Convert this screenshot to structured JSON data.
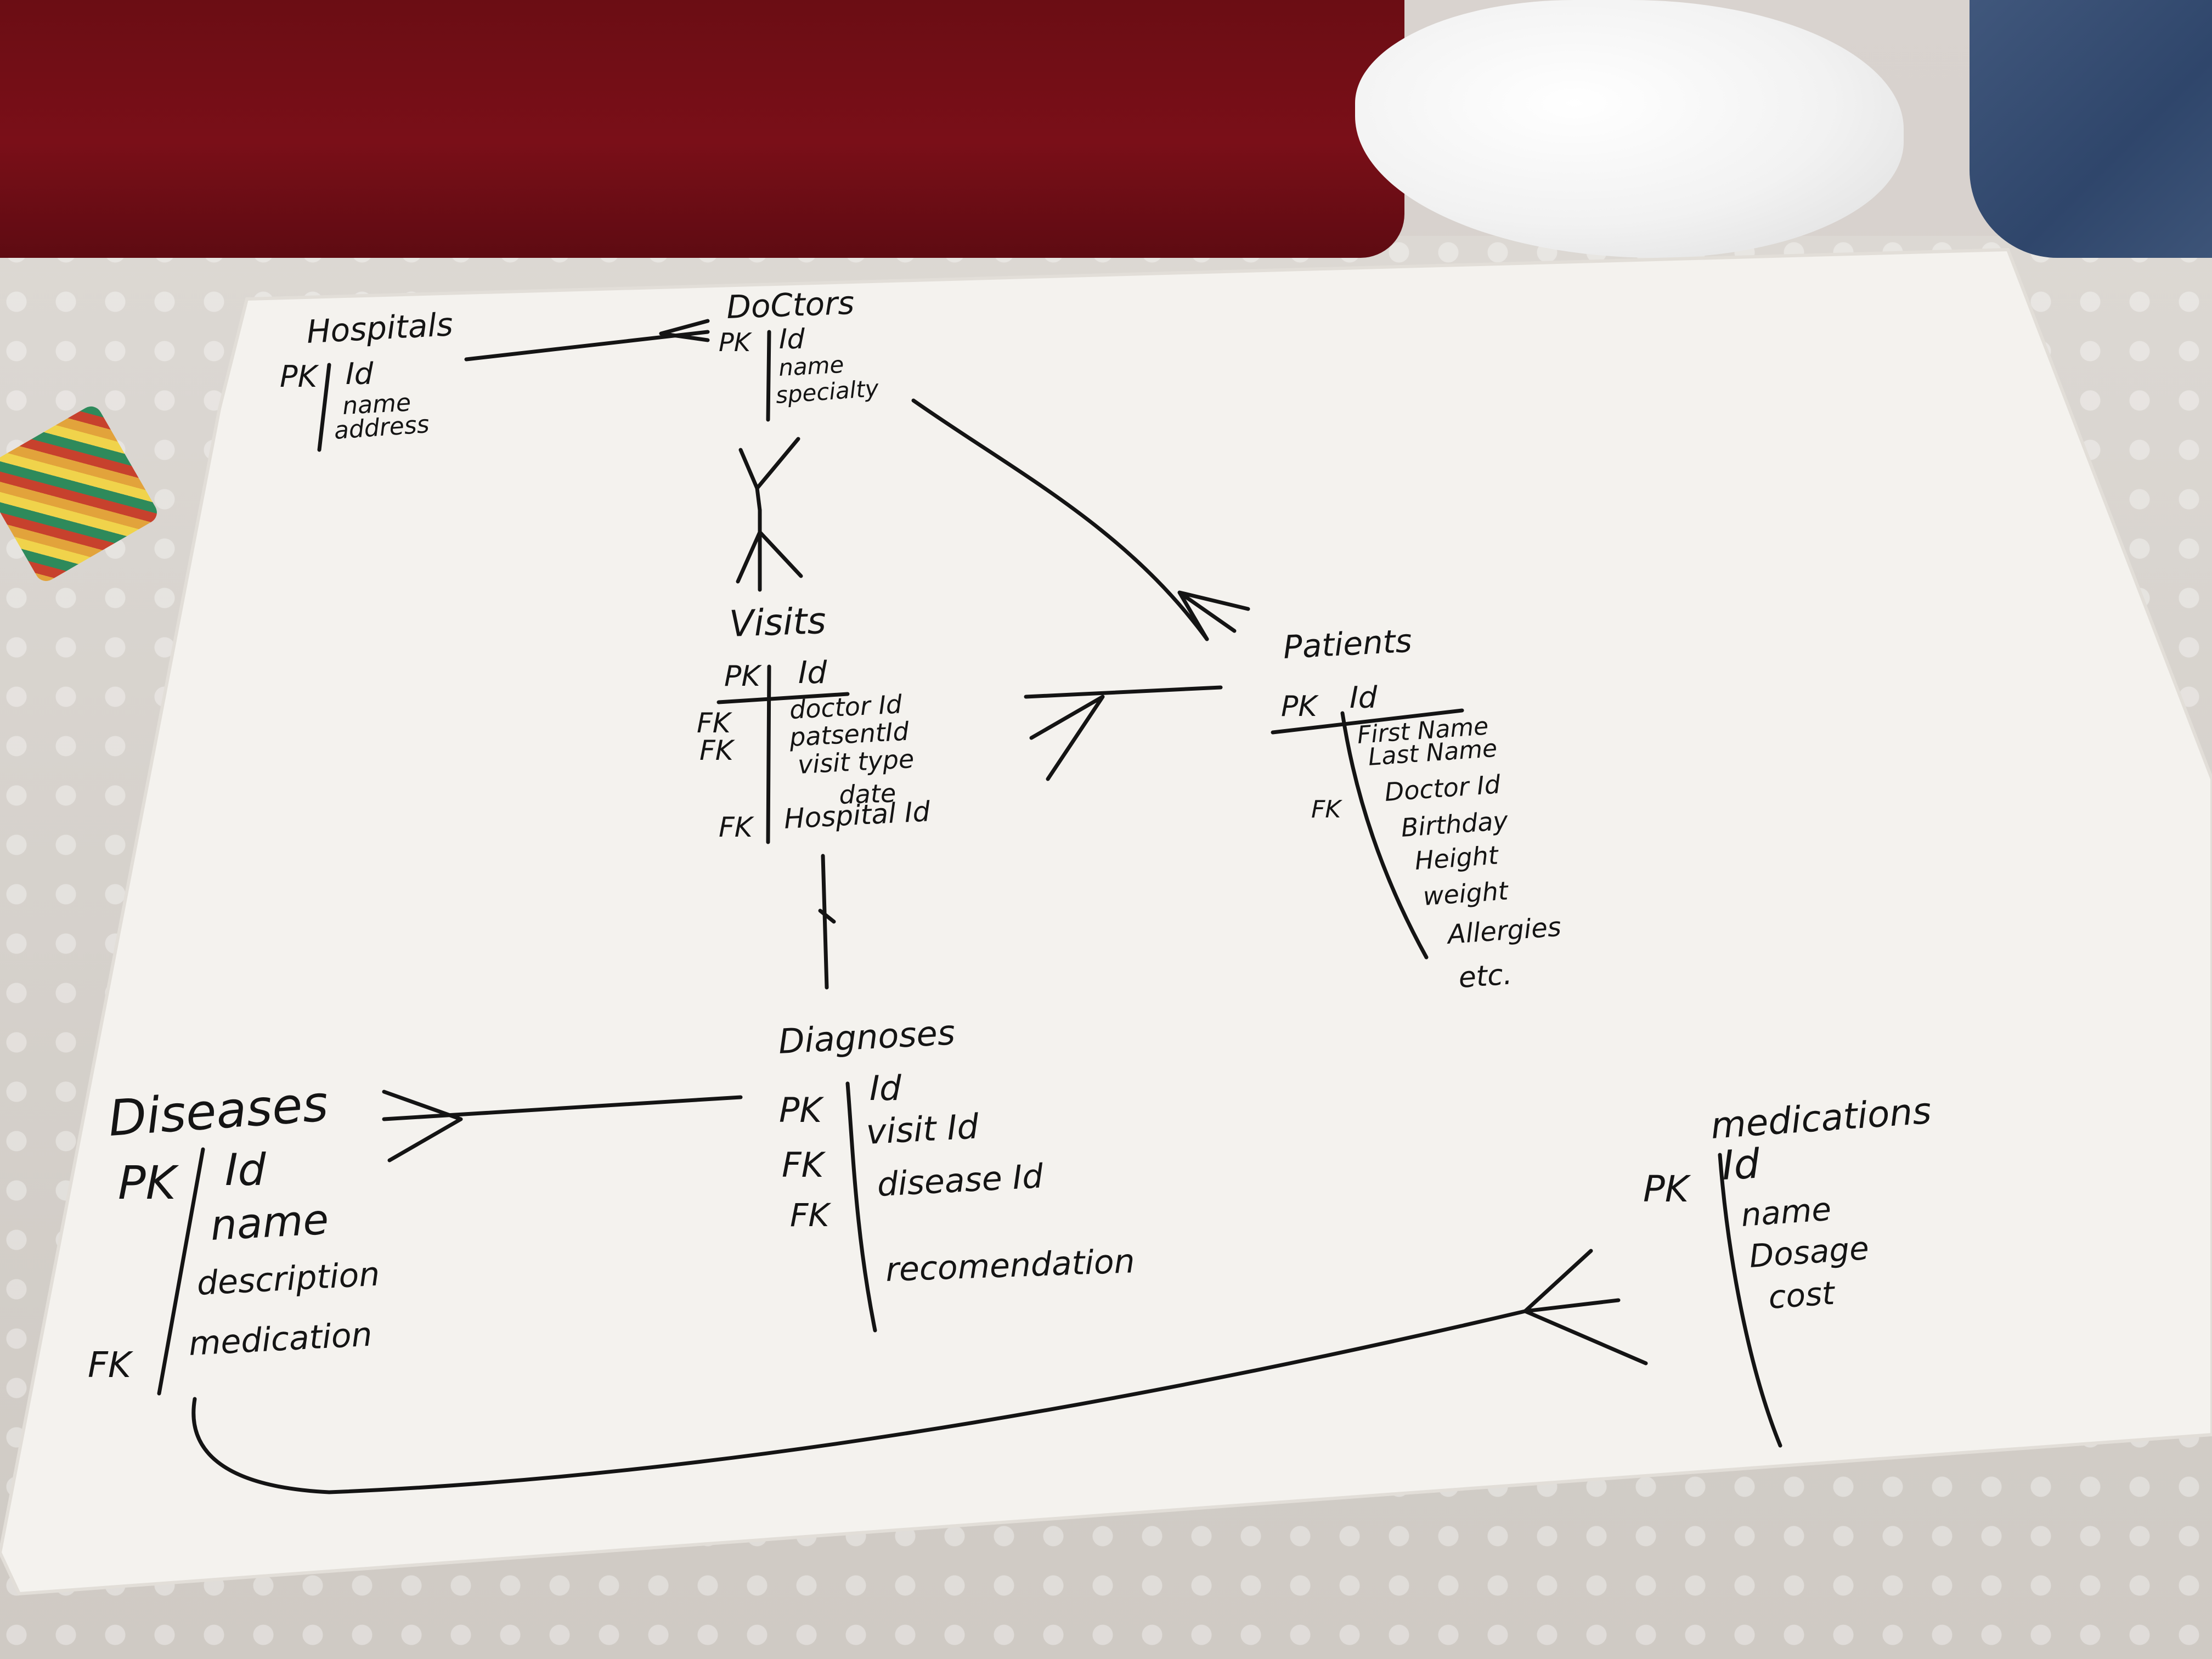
{
  "diagram": {
    "entities": {
      "hospitals": {
        "title": "Hospitals",
        "pk": "PK",
        "fields": [
          "Id",
          "name",
          "address"
        ]
      },
      "doctors": {
        "title": "DoCtors",
        "pk": "PK",
        "fields": [
          "Id",
          "name",
          "specialty"
        ]
      },
      "visits": {
        "title": "Visits",
        "pk": "PK",
        "pk_field": "Id",
        "fk": [
          "FK",
          "FK",
          "FK"
        ],
        "fields": [
          "doctor Id",
          "patsentId",
          "visit type",
          "date",
          "Hospital Id"
        ]
      },
      "patients": {
        "title": "Patients",
        "pk": "PK",
        "pk_field": "Id",
        "fk": "FK",
        "fields": [
          "First Name",
          "Last Name",
          "Doctor Id",
          "Birthday",
          "Height",
          "weight",
          "Allergies",
          "etc."
        ]
      },
      "diagnoses": {
        "title": "Diagnoses",
        "pk": "PK",
        "fk": [
          "FK",
          "FK"
        ],
        "fields": [
          "Id",
          "visit Id",
          "disease Id",
          "recomendation"
        ]
      },
      "diseases": {
        "title": "Diseases",
        "pk": "PK",
        "fk": "FK",
        "fields": [
          "Id",
          "name",
          "description",
          "medication"
        ]
      },
      "medications": {
        "title": "medications",
        "pk": "PK",
        "fields": [
          "Id",
          "name",
          "Dosage",
          "cost"
        ]
      }
    },
    "ink_color": "#141414",
    "board_color": "#f4f2ee"
  }
}
